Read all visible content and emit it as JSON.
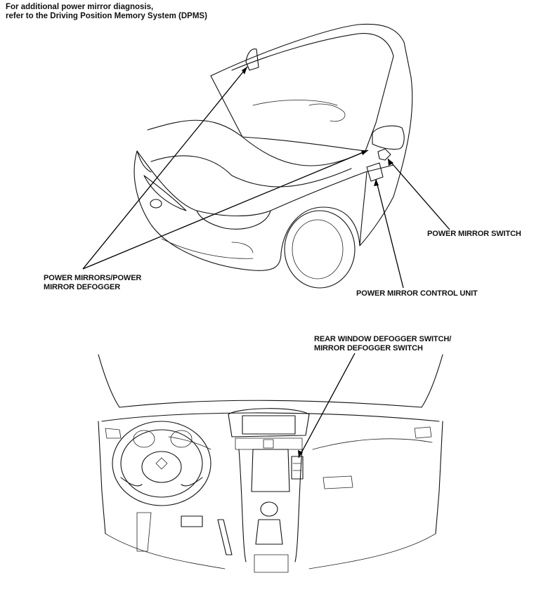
{
  "note": {
    "line1": "For additional power mirror diagnosis,",
    "line2": "refer to the Driving Position Memory System (DPMS)"
  },
  "callouts": {
    "power_mirror_switch": "POWER MIRROR SWITCH",
    "power_mirrors_line1": "POWER MIRRORS/POWER",
    "power_mirrors_line2": "MIRROR DEFOGGER",
    "power_mirror_control_unit": "POWER MIRROR CONTROL UNIT",
    "rear_defogger_line1": "REAR WINDOW DEFOGGER SWITCH/",
    "rear_defogger_line2": "MIRROR DEFOGGER SWITCH"
  }
}
